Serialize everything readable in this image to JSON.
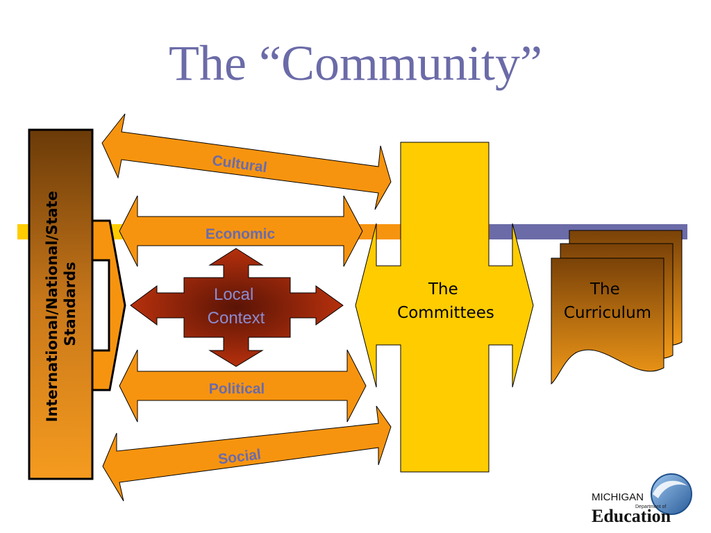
{
  "slide": {
    "title": "The “Community”"
  },
  "diagram": {
    "standards_label_line1": "International/National/State",
    "standards_label_line2": "Standards",
    "arrows": {
      "cultural": "Cultural",
      "economic": "Economic",
      "political": "Political",
      "social": "Social"
    },
    "local_context_line1": "Local",
    "local_context_line2": "Context",
    "committees_line1": "The",
    "committees_line2": "Committees",
    "curriculum_line1": "The",
    "curriculum_line2": "Curriculum"
  },
  "logo": {
    "state": "MICHIGAN",
    "department": "Department of",
    "agency": "Education"
  },
  "colors": {
    "title": "#6b6ba8",
    "arrow_fill": "#f7940f",
    "committees_fill": "#ffcc00",
    "band_yellow": "#ffcc00",
    "band_blue": "#6b6ba8",
    "local_context": "#a0280a",
    "curriculum": "#d98a10",
    "standards": "#b86a12"
  }
}
